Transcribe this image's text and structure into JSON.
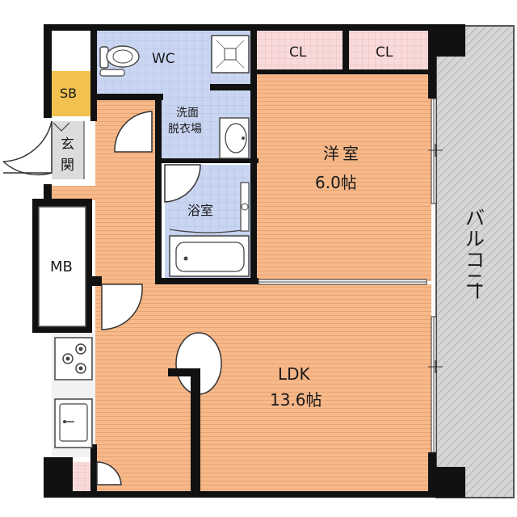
{
  "rooms": {
    "wc": "WC",
    "sb": "SB",
    "cl1": "CL",
    "cl2": "CL",
    "senmen_line1": "洗面",
    "senmen_line2": "脱衣場",
    "genkan_1": "玄",
    "genkan_2": "関",
    "yoshitsu": "洋室",
    "yoshitsu_size": "6.0帖",
    "yokushitsu": "浴室",
    "mb": "MB",
    "ldk": "LDK",
    "ldk_size": "13.6帖",
    "balcony": [
      "バ",
      "ル",
      "コ",
      "ニ",
      "ー"
    ]
  },
  "colors": {
    "floor_wood": "#f7b98a",
    "wood_line": "#e3a072",
    "wet_area": "#c8d4f0",
    "closet": "#f8d8d8",
    "sb": "#f2c250",
    "balcony": "#d2d2d2",
    "wall": "#111111"
  }
}
